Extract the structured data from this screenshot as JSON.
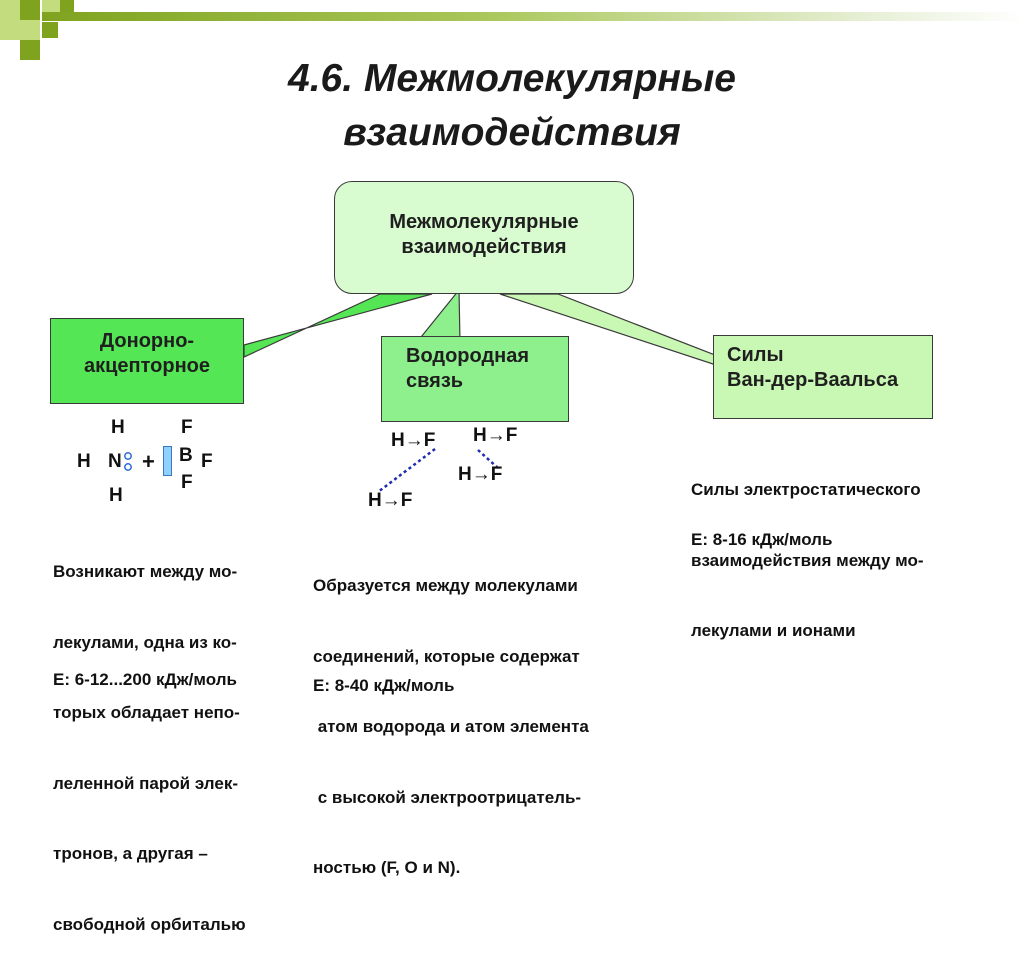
{
  "title_line1": "4.6. Межмолекулярные",
  "title_line2": "взаимодействия",
  "central_box": {
    "line1": "Межмолекулярные",
    "line2": "взаимодействия"
  },
  "donor_box": {
    "line1": "Донорно-",
    "line2": "акцепторное"
  },
  "hydrogen_box": {
    "line1": "Водородная",
    "line2": "связь"
  },
  "vdw_box": {
    "line1": "Силы",
    "line2": "Ван-дер-Ваальса"
  },
  "donor_scheme": {
    "h": "H",
    "n": "N",
    "plus": "+",
    "b": "B",
    "f": "F"
  },
  "hf_label": "H→F",
  "donor_text": [
    "Возникают между мо-",
    "лекулами, одна из ко-",
    "торых обладает непо-",
    "леленной парой элек-",
    "тронов, а другая –",
    "свободной орбиталью"
  ],
  "donor_energy": "E: 6-12...200 кДж/моль",
  "hydrogen_text": [
    "Образуется между молекулами",
    "соединений, которые содержат",
    " атом водорода и атом элемента",
    " с высокой электроотрицатель-",
    "ностью (F, O и N)."
  ],
  "hydrogen_energy": "E: 8-40 кДж/моль",
  "vdw_text": [
    "Силы электростатического",
    "взаимодействия между мо-",
    "лекулами и ионами"
  ],
  "vdw_energy": "E: 8-16 кДж/моль",
  "colors": {
    "green_dark": "#7fa31f",
    "green_light": "#c3dc7e",
    "box_green": "#55e655",
    "box_mid": "#8df08d",
    "box_light": "#c9f7b4",
    "central": "#d8fbd0",
    "dots": "#1f2bb0"
  }
}
